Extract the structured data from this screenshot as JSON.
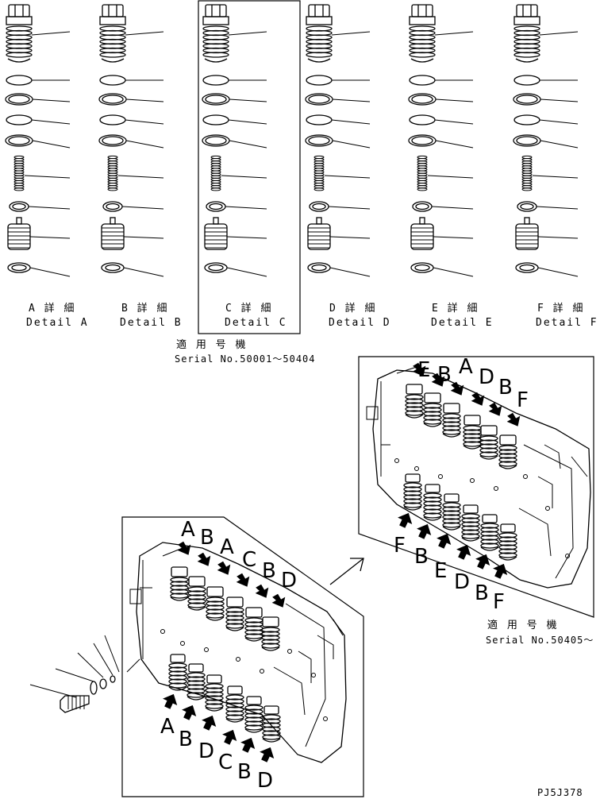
{
  "details": [
    {
      "jp": "A 詳 細",
      "en": "Detail A"
    },
    {
      "jp": "B 詳 細",
      "en": "Detail B"
    },
    {
      "jp": "C 詳 細",
      "en": "Detail C"
    },
    {
      "jp": "D 詳 細",
      "en": "Detail D"
    },
    {
      "jp": "E 詳 細",
      "en": "Detail E"
    },
    {
      "jp": "F 詳 細",
      "en": "Detail F"
    }
  ],
  "serial_top": {
    "jp": "適 用 号 機",
    "en": "Serial No.50001～50404"
  },
  "serial_right": {
    "jp": "適 用 号 機",
    "en": "Serial No.50405～"
  },
  "drawing_code": "PJ5J378",
  "left_view": {
    "top_letters": [
      "A",
      "B",
      "A",
      "C",
      "B",
      "D"
    ],
    "bottom_letters": [
      "A",
      "B",
      "D",
      "C",
      "B",
      "D"
    ]
  },
  "right_view": {
    "top_letters": [
      "E",
      "B",
      "A",
      "D",
      "B",
      "F"
    ],
    "bottom_letters": [
      "F",
      "B",
      "E",
      "D",
      "B",
      "F"
    ]
  }
}
